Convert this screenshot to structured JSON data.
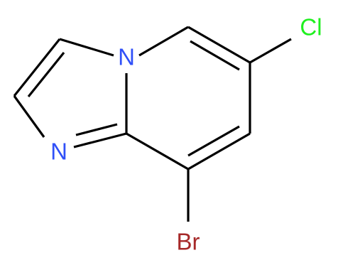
{
  "molecule": {
    "atoms": {
      "n_bridge": {
        "symbol": "N",
        "color": "#3050F8"
      },
      "n_imidazole": {
        "symbol": "N",
        "color": "#3050F8"
      },
      "chlorine": {
        "symbol": "Cl",
        "color": "#1FF01F"
      },
      "bromine": {
        "symbol": "Br",
        "color": "#A62929"
      }
    },
    "bond_color": "#000000"
  }
}
